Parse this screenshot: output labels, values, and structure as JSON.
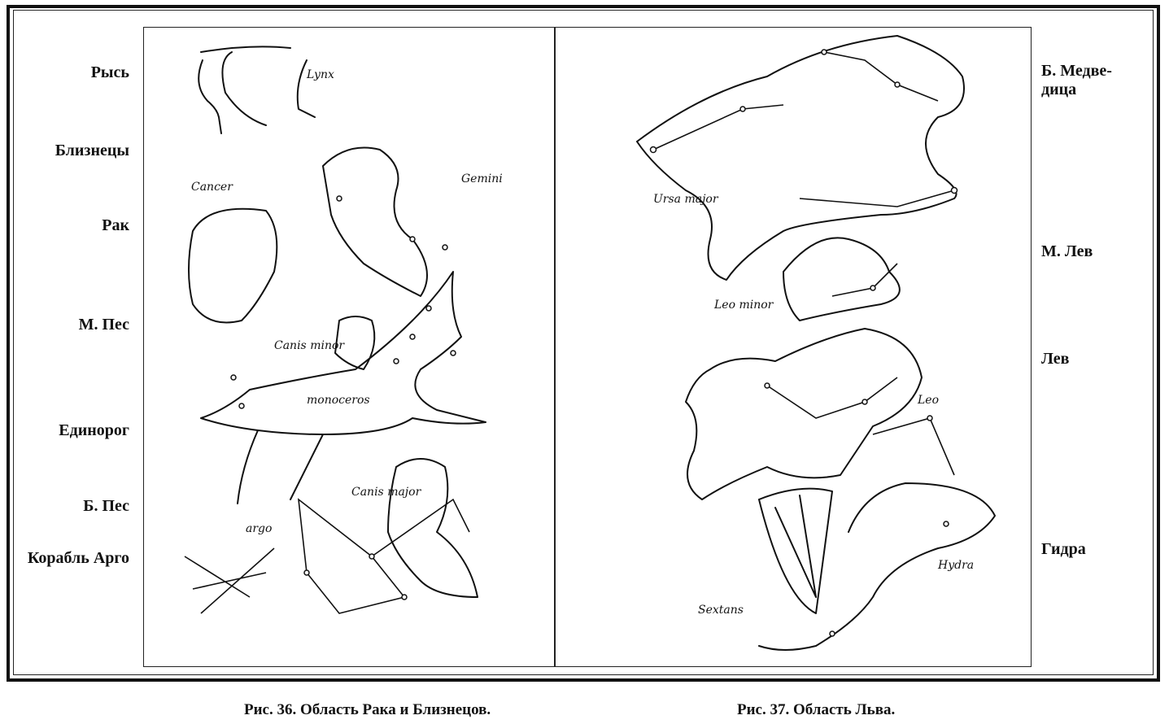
{
  "left_figure": {
    "labels": [
      "Рысь",
      "Близнецы",
      "Рак",
      "М. Пес",
      "Единорог",
      "Б. Пес",
      "Корабль Арго"
    ],
    "caption": "Рис. 36. Область Рака и Близнецов.",
    "annotations": {
      "lynx": "Lynx",
      "cancer": "Cancer",
      "gemini": "Gemini",
      "canis_minor": "Canis minor",
      "monoceros": "monoceros",
      "canis_major": "Canis major",
      "argo": "argo"
    }
  },
  "right_figure": {
    "labels": [
      "Б. Медве-",
      "дица",
      "М. Лев",
      "Лев",
      "Гидра"
    ],
    "caption": "Рис. 37. Область Льва.",
    "annotations": {
      "ursa_major": "Ursa major",
      "leo_minor": "Leo minor",
      "leo": "Leo",
      "hydra": "Hydra",
      "sextans": "Sextans"
    }
  }
}
